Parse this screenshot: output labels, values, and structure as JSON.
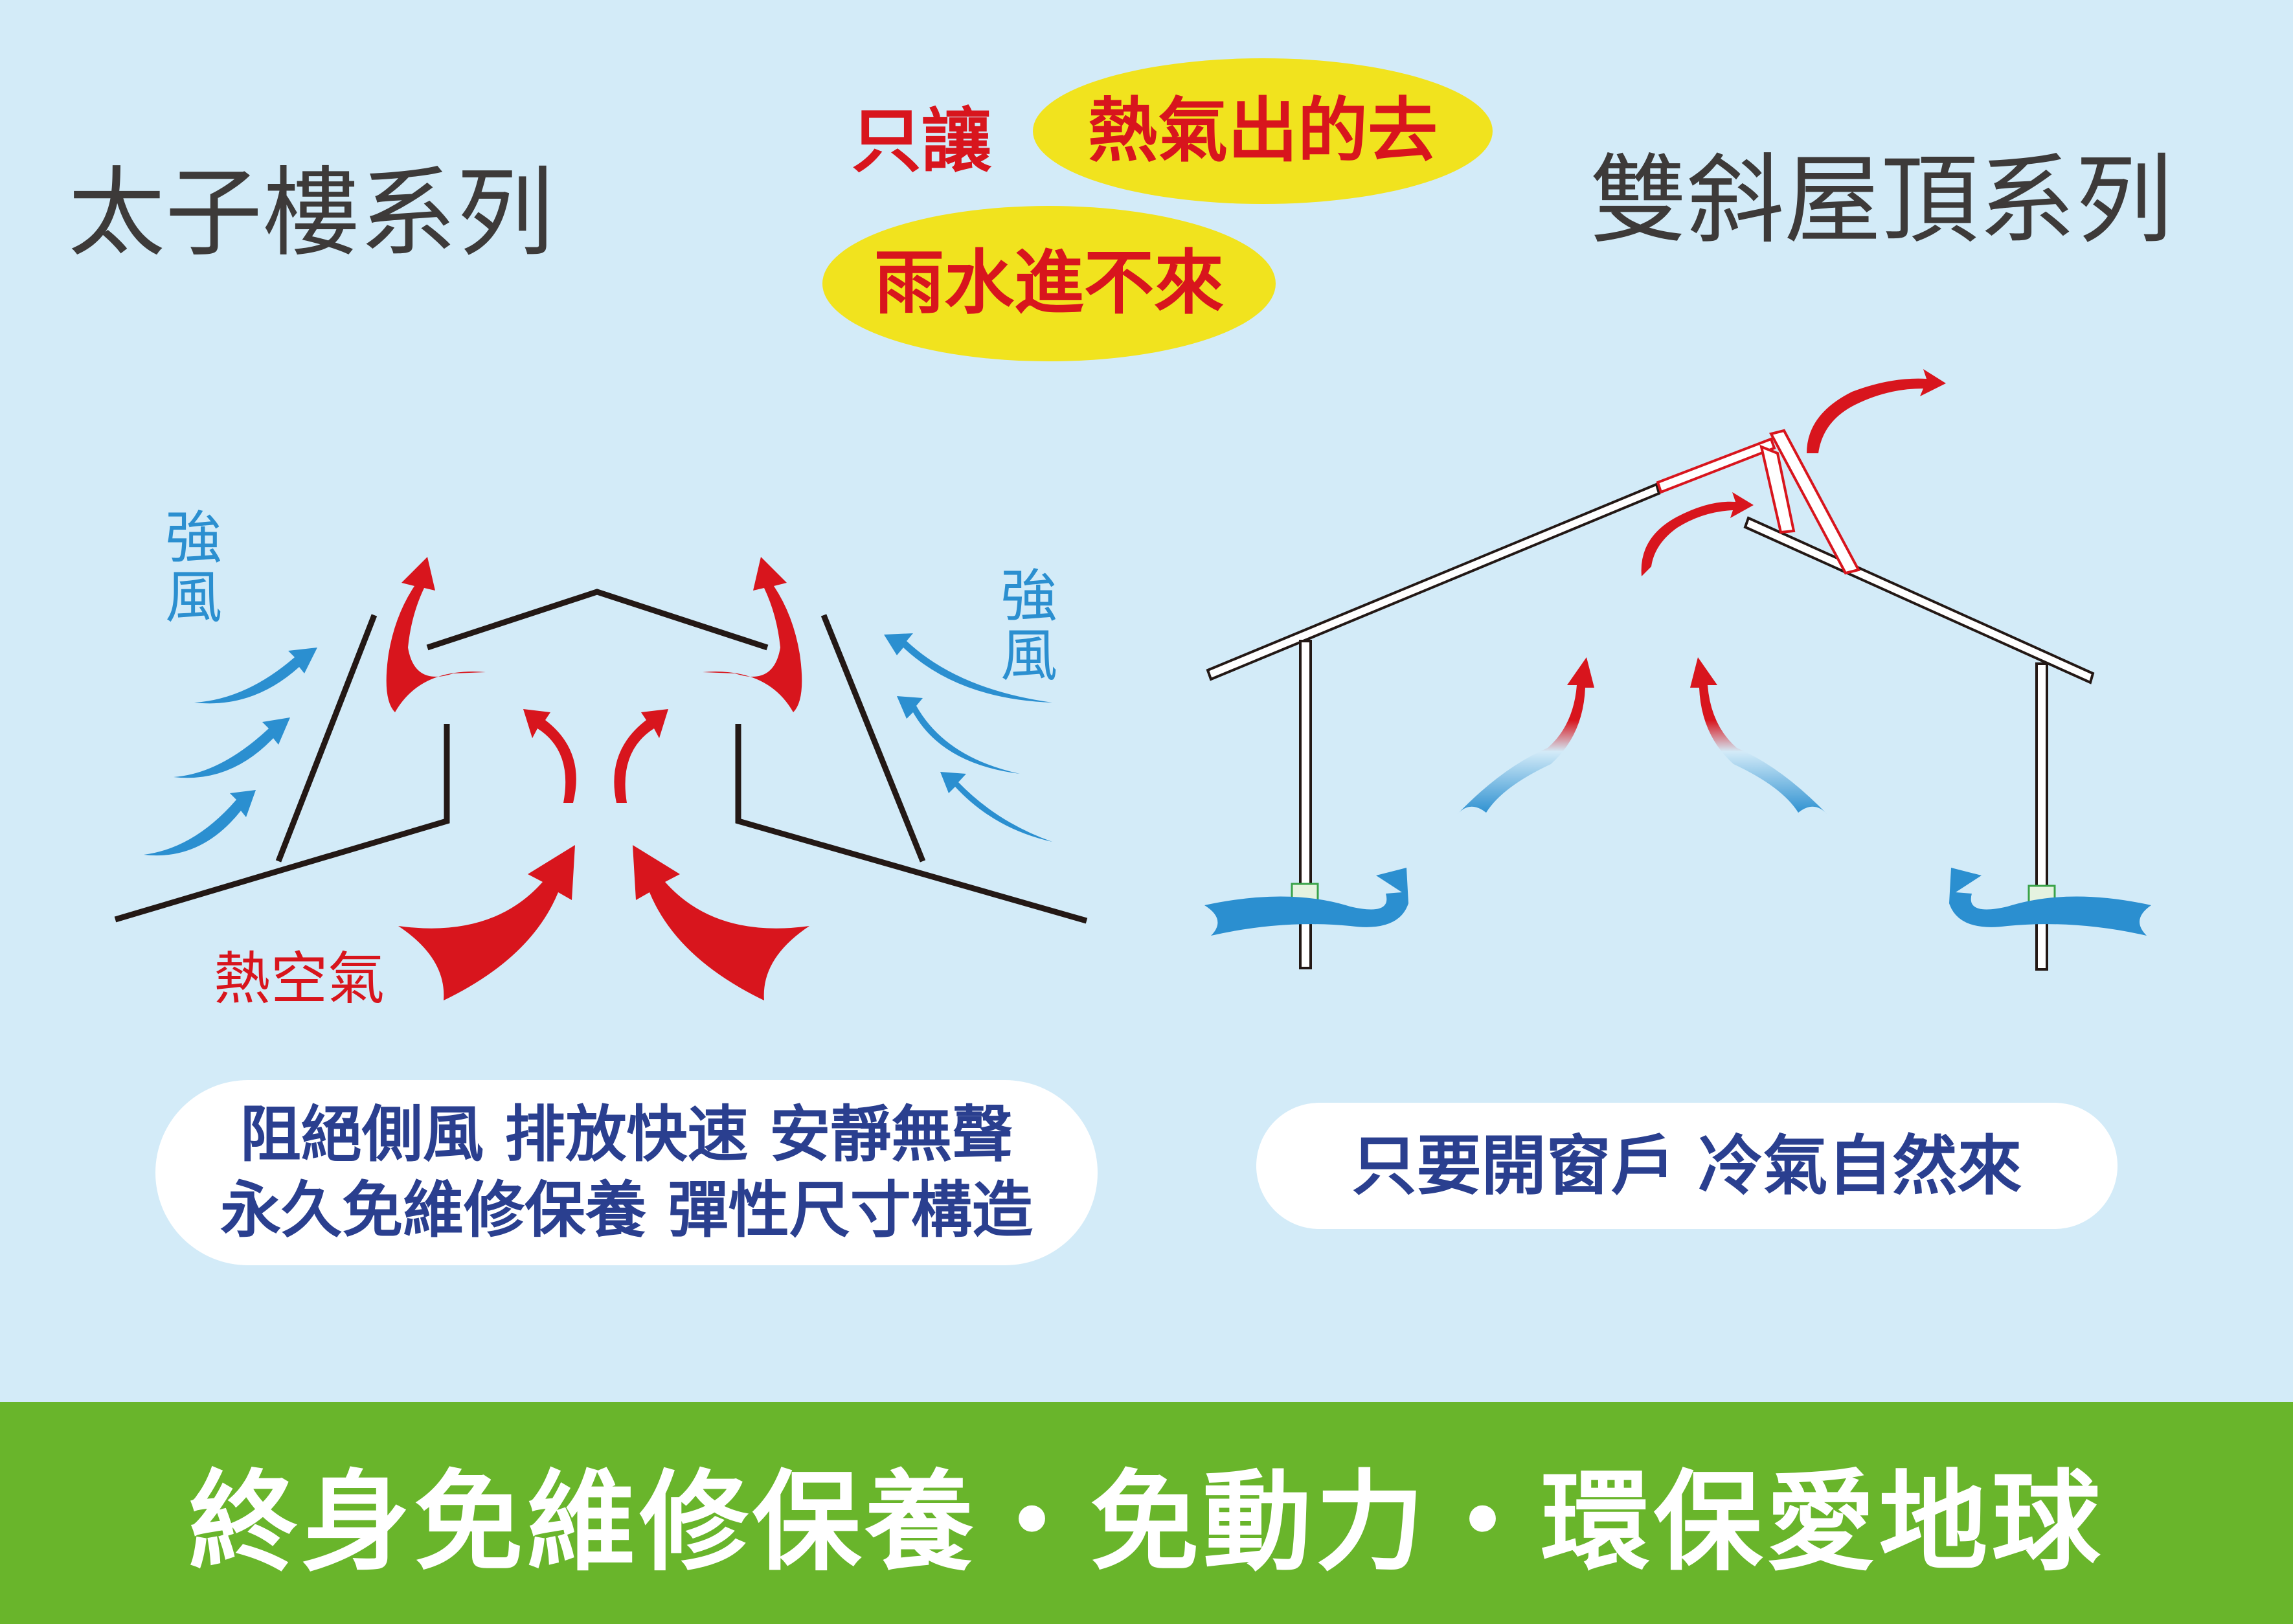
{
  "left_title": "太子樓系列",
  "right_title": "雙斜屋頂系列",
  "slogan": {
    "prefix": "只讓",
    "line1": "熱氣出的去",
    "line2": "雨水進不來"
  },
  "left_diagram": {
    "wind_label_left": "強\n風",
    "wind_label_right": "強\n風",
    "hot_air_label": "熱空氣"
  },
  "left_features": {
    "line1": "阻絕側風 排放快速 安靜無聲",
    "line2": "永久免維修保養 彈性尺寸構造"
  },
  "right_features": {
    "line1": "只要開窗戶 冷氣自然來"
  },
  "footer": {
    "text": "終身免維修保養・免動力・環保愛地球"
  },
  "colors": {
    "background": "#d3ebf8",
    "hot_arrow": "#d8151d",
    "wind_arrow": "#2b8fd0",
    "title_text": "#3d3a39",
    "feature_text": "#2a3f8f",
    "oval": "#f1e31e",
    "footer_bar": "#69b52b"
  }
}
